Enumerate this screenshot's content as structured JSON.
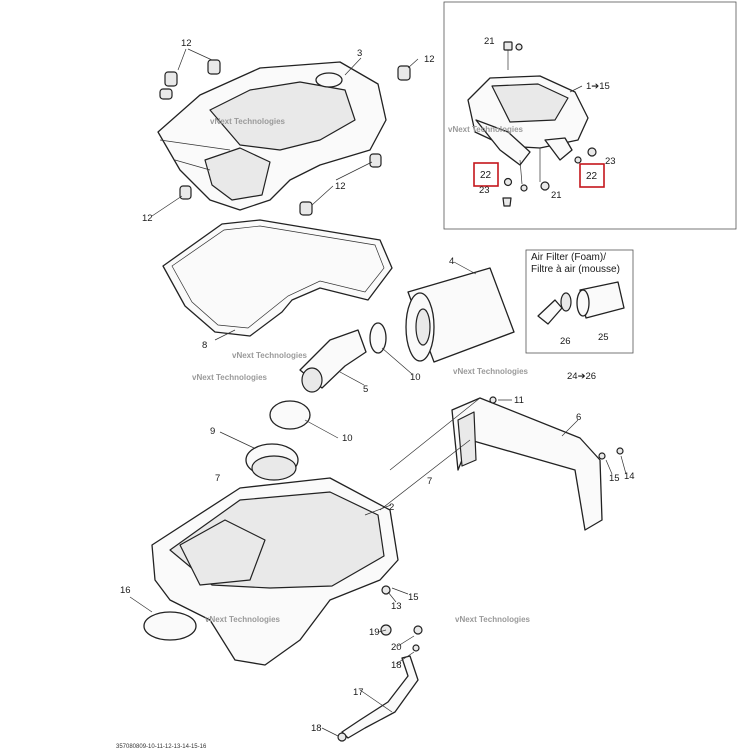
{
  "callouts": {
    "c1": "12",
    "c2": "3",
    "c3": "12",
    "c4": "12",
    "c5": "12",
    "c6": "4",
    "c7": "8",
    "c8": "10",
    "c9": "5",
    "c10": "11",
    "c11": "6",
    "c12": "9",
    "c13": "10",
    "c14": "7",
    "c15": "7",
    "c16": "14",
    "c17": "15",
    "c18": "2",
    "c19": "16",
    "c20": "13",
    "c21": "15",
    "c22": "19",
    "c23": "20",
    "c24": "18",
    "c25": "17",
    "c26": "18"
  },
  "inset_top": {
    "c21a": "21",
    "c1to15": "1➔15",
    "c23a": "23",
    "c22a": "22",
    "c21b": "21",
    "c23b": "23",
    "c22b": "22"
  },
  "inset_filter": {
    "title_line1": "Air Filter (Foam)/",
    "title_line2": "Filtre à air (mousse)",
    "c26": "26",
    "c25": "25",
    "range": "24➔26"
  },
  "watermark": "vNext Technologies",
  "figure_code": "357080809-10-11-12-13-14-15-16",
  "colors": {
    "highlight": "#c4161c",
    "line": "#222222"
  }
}
